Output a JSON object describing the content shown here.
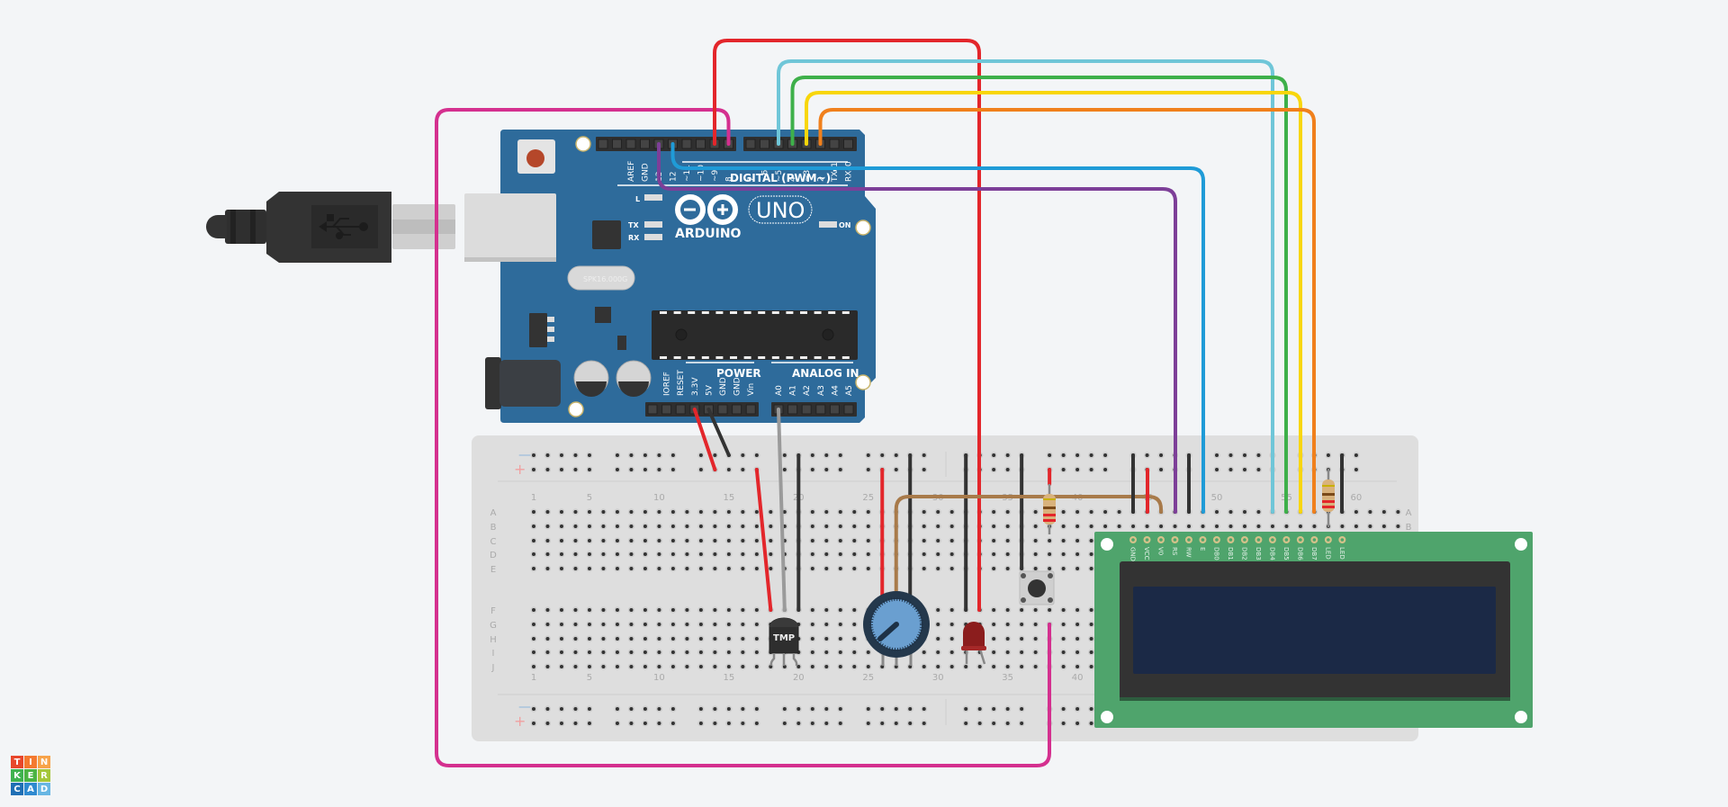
{
  "app": {
    "name": "Tinkercad Circuits"
  },
  "logo": {
    "letters": [
      "T",
      "I",
      "N",
      "K",
      "E",
      "R",
      "C",
      "A",
      "D"
    ],
    "colors": [
      "#e8472b",
      "#f47a30",
      "#f7a34a",
      "#3fb34f",
      "#4bb443",
      "#a5c73a",
      "#1f6fb5",
      "#2f8ad0",
      "#68b6e3"
    ]
  },
  "arduino": {
    "board_name": "ARDUINO",
    "model": "UNO",
    "on_label": "ON",
    "led_labels": [
      "L",
      "TX",
      "RX"
    ],
    "digital_label": "DIGITAL (PWM~)",
    "digital_pins_1": [
      "AREF",
      "GND",
      "13",
      "12",
      "~11",
      "~10",
      "~9",
      "8"
    ],
    "digital_pins_2": [
      "7",
      "~6",
      "~5",
      "4",
      "~3",
      "2",
      "TX▸1",
      "RX◂0"
    ],
    "power_label": "POWER",
    "power_pins": [
      "IOREF",
      "RESET",
      "3.3V",
      "5V",
      "GND",
      "GND",
      "Vin"
    ],
    "analog_label": "ANALOG IN",
    "analog_pins": [
      "A0",
      "A1",
      "A2",
      "A3",
      "A4",
      "A5"
    ],
    "crystal_label": "SPK16.000G",
    "color": "#2e6b9b"
  },
  "breadboard": {
    "column_numbers": [
      "1",
      "5",
      "10",
      "15",
      "20",
      "25",
      "30",
      "35",
      "40",
      "45",
      "50",
      "55",
      "60"
    ],
    "rows_top": [
      "A",
      "B",
      "C",
      "D",
      "E"
    ],
    "rows_bottom": [
      "F",
      "G",
      "H",
      "I",
      "J"
    ],
    "rail_minus": "—",
    "rail_plus": "+"
  },
  "components": {
    "temp_sensor_label": "TMP",
    "lcd_pins": [
      "GND",
      "VCC",
      "V0",
      "RS",
      "RW",
      "E",
      "DB0",
      "DB1",
      "DB2",
      "DB3",
      "DB4",
      "DB5",
      "DB6",
      "DB7",
      "LED",
      "LED"
    ]
  },
  "wire_colors": {
    "red": "#e3262b",
    "pink": "#d4308f",
    "cyan": "#6fc6d8",
    "green": "#3eb04a",
    "yellow": "#f8d60a",
    "orange": "#f0801c",
    "blue": "#1f9bd7",
    "purple": "#7d3f98",
    "black": "#333333",
    "gray": "#9a9a9a",
    "brown": "#a87a4a"
  }
}
